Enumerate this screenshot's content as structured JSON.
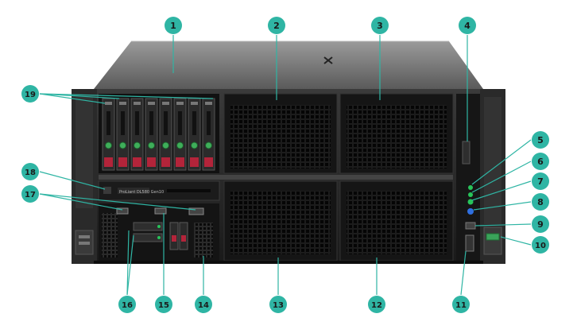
{
  "diagram": {
    "callout_color": "#2fb5a4",
    "callout_text_color": "#1a1a1a",
    "leader_color": "#2fb5a4",
    "chassis_color": "#222222",
    "callouts": [
      "1",
      "2",
      "3",
      "4",
      "5",
      "6",
      "7",
      "8",
      "9",
      "10",
      "11",
      "12",
      "13",
      "14",
      "15",
      "16",
      "17",
      "18",
      "19"
    ],
    "bezel": {
      "nameplate": "ProLiant DL580",
      "generation": "Gen10"
    },
    "drive_bay_count": 8
  }
}
